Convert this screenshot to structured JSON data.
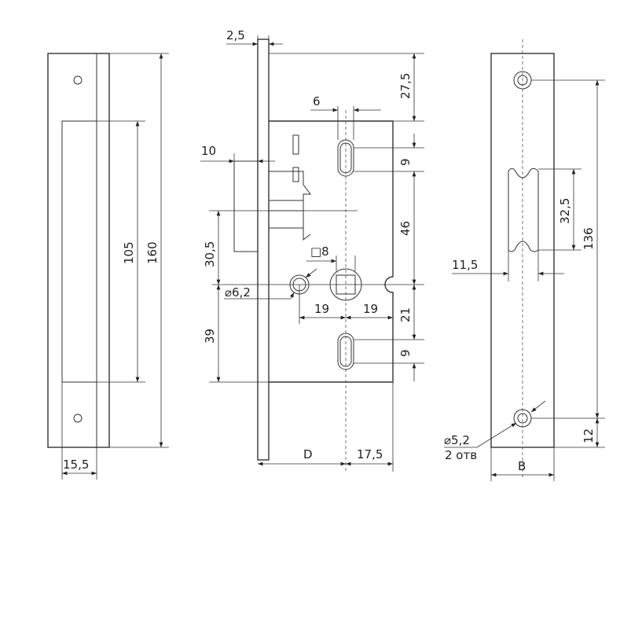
{
  "title": "Lock mortise technical drawing",
  "strike_plate": {
    "height": "160",
    "slot_height": "105",
    "width": "15,5"
  },
  "lock_body": {
    "faceplate_thickness": "2,5",
    "top_offset": "27,5",
    "slot_width": "6",
    "latch_projection": "10",
    "slot_top": "9",
    "slot_spacing_top": "46",
    "latch_offset": "30,5",
    "square_size": "□8",
    "cylinder_hole": "⌀6,2",
    "spacing_left": "19",
    "spacing_right": "19",
    "slot_spacing_bottom": "21",
    "slot_bottom": "9",
    "lower_offset": "39",
    "backset": "D",
    "backset_remainder": "17,5"
  },
  "faceplate": {
    "hole_spacing": "136",
    "slot_height": "32,5",
    "slot_width": "11,5",
    "bottom_offset": "12",
    "hole_diameter": "⌀5,2",
    "hole_count": "2 отв",
    "width": "B"
  }
}
